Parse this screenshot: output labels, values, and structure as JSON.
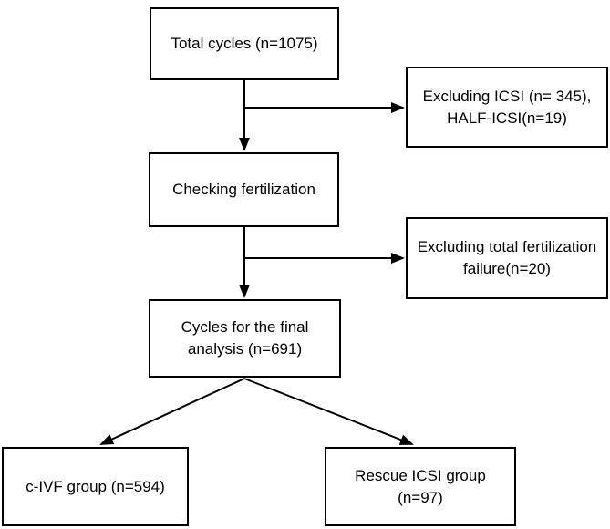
{
  "diagram": {
    "type": "flowchart",
    "colors": {
      "background": "#ffffff",
      "box_border": "#000000",
      "line": "#000000",
      "text": "#000000"
    },
    "nodes": {
      "total_cycles": {
        "label": "Total cycles (n=1075)"
      },
      "excluding_icsi": {
        "label": "Excluding ICSI (n= 345),\nHALF-ICSI(n=19)"
      },
      "checking_fertilization": {
        "label": "Checking fertilization"
      },
      "excluding_tff": {
        "label": "Excluding total fertilization\nfailure(n=20)"
      },
      "final_analysis": {
        "label": "Cycles for the final\nanalysis (n=691)"
      },
      "civf_group": {
        "label": "c-IVF group (n=594)"
      },
      "rescue_icsi_group": {
        "label": "Rescue ICSI group\n(n=97)"
      }
    },
    "edges": [
      {
        "from": "total_cycles",
        "to": "excluding_icsi"
      },
      {
        "from": "total_cycles",
        "to": "checking_fertilization"
      },
      {
        "from": "checking_fertilization",
        "to": "excluding_tff"
      },
      {
        "from": "checking_fertilization",
        "to": "final_analysis"
      },
      {
        "from": "final_analysis",
        "to": "civf_group"
      },
      {
        "from": "final_analysis",
        "to": "rescue_icsi_group"
      }
    ]
  }
}
